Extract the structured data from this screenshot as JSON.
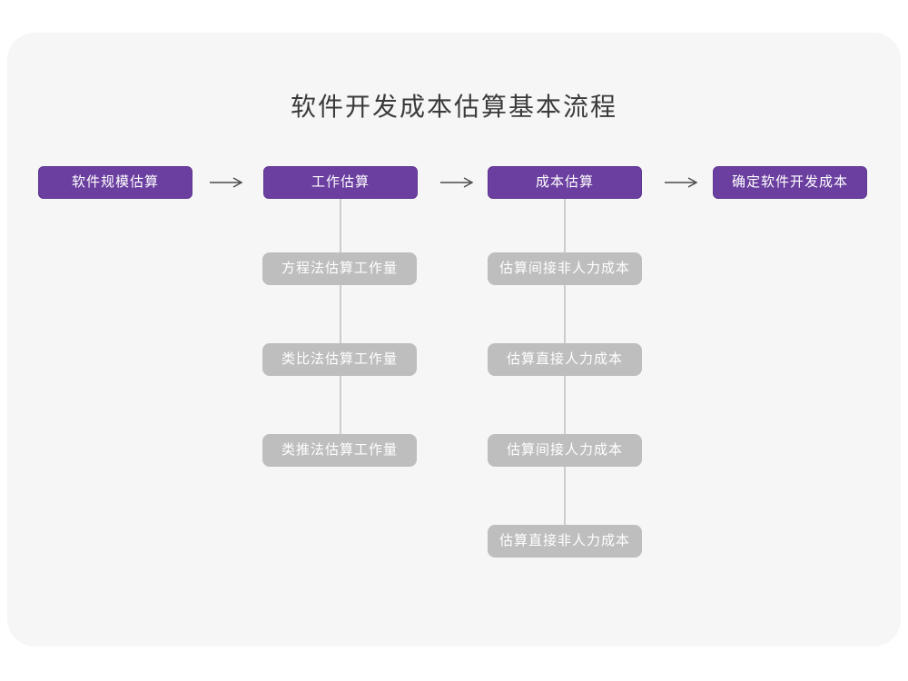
{
  "title": "软件开发成本估算基本流程",
  "colors": {
    "stage_bg": "#6b3fa0",
    "sub_bg": "#bebebe",
    "connector_line": "#cccccc",
    "arrow": "#4a4a4a",
    "card_bg": "#f6f6f7",
    "title_text": "#3b3b3b",
    "node_text": "#ffffff"
  },
  "stages": [
    {
      "label": "软件规模估算"
    },
    {
      "label": "工作估算"
    },
    {
      "label": "成本估算"
    },
    {
      "label": "确定软件开发成本"
    }
  ],
  "branches": [
    {
      "parent": "工作估算",
      "items": [
        {
          "label": "方程法估算工作量"
        },
        {
          "label": "类比法估算工作量"
        },
        {
          "label": "类推法估算工作量"
        }
      ]
    },
    {
      "parent": "成本估算",
      "items": [
        {
          "label": "估算间接非人力成本"
        },
        {
          "label": "估算直接人力成本"
        },
        {
          "label": "估算间接人力成本"
        },
        {
          "label": "估算直接非人力成本"
        }
      ]
    }
  ]
}
